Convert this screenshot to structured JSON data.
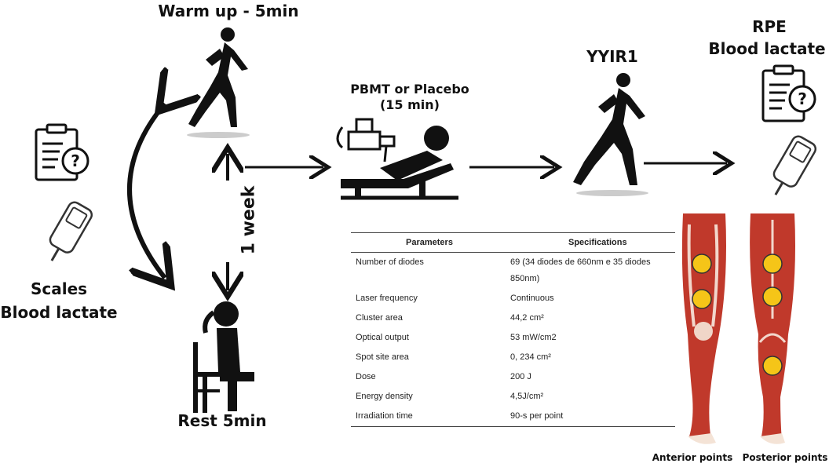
{
  "labels": {
    "warmup": "Warm up - 5min",
    "pbmt_line1": "PBMT or Placebo",
    "pbmt_line2": "(15 min)",
    "yyir1": "YYIR1",
    "rpe": "RPE",
    "blood_lactate_right": "Blood lactate",
    "scales": "Scales",
    "blood_lactate_left": "Blood lactate",
    "week": "1 week",
    "rest": "Rest 5min",
    "anterior": "Anterior points",
    "posterior": "Posterior points"
  },
  "icons": {
    "left_clipboard": "clipboard-question-icon",
    "left_lactate": "lactate-meter-icon",
    "runner_warmup": "runner-icon",
    "sitting": "sitting-person-icon",
    "reclined": "reclined-treatment-icon",
    "runner_yyir1": "runner-icon",
    "right_clipboard": "clipboard-question-icon",
    "right_lactate": "lactate-meter-icon",
    "legs": "leg-muscle-icon"
  },
  "colors": {
    "text": "#111111",
    "muscle": "#c0392b",
    "point": "#f5c518"
  },
  "table": {
    "headers": [
      "Parameters",
      "Specifications"
    ],
    "rows": [
      [
        "Number of diodes",
        "69 (34 diodes de 660nm e 35 diodes 850nm)"
      ],
      [
        "Laser frequency",
        "Continuous"
      ],
      [
        "Cluster area",
        "44,2 cm²"
      ],
      [
        "Optical output",
        "53 mW/cm2"
      ],
      [
        "Spot site area",
        "0, 234 cm²"
      ],
      [
        "Dose",
        "200 J"
      ],
      [
        "Energy density",
        "4,5J/cm²"
      ],
      [
        "Irradiation time",
        "90-s per point"
      ]
    ]
  }
}
